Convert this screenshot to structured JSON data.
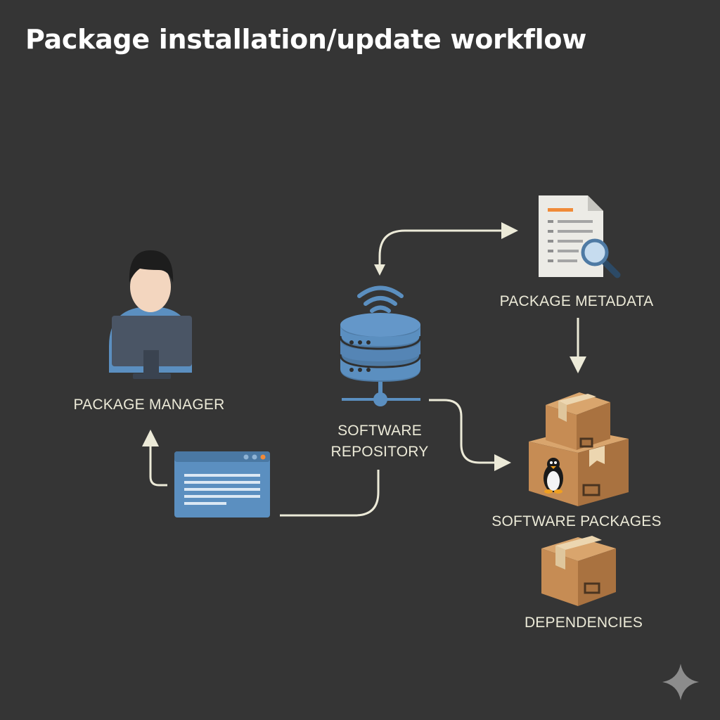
{
  "title": "Package installation/update workflow",
  "nodes": {
    "package_manager": {
      "label": "PACKAGE MANAGER",
      "icon": "user-at-computer-icon"
    },
    "software_repository": {
      "label_line1": "SOFTWARE",
      "label_line2": "REPOSITORY",
      "icon": "database-server-icon"
    },
    "package_metadata": {
      "label": "PACKAGE METADATA",
      "icon": "document-search-icon"
    },
    "software_packages": {
      "label": "SOFTWARE PACKAGES",
      "icon": "stacked-boxes-linux-icon"
    },
    "dependencies": {
      "label": "DEPENDENCIES",
      "icon": "box-icon"
    },
    "terminal": {
      "icon": "terminal-window-icon"
    }
  },
  "colors": {
    "background": "#353535",
    "accent_blue": "#5b8fc0",
    "box_brown": "#c48c55",
    "line": "#ecead8",
    "text": "#ecead8",
    "orange_accent": "#f08a38"
  }
}
